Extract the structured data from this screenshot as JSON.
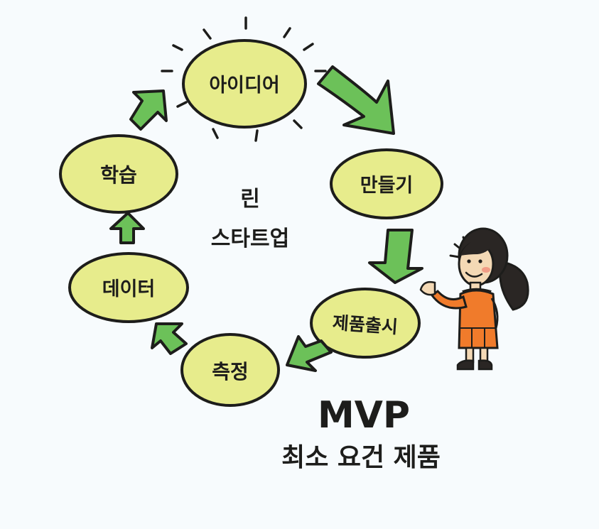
{
  "cycle": {
    "idea": "아이디어",
    "build": "만들기",
    "launch": "제품출시",
    "measure": "측정",
    "data": "데이터",
    "learn": "학습"
  },
  "center": {
    "line1": "린",
    "line2": "스타트업"
  },
  "mvp": {
    "title": "MVP",
    "subtitle": "최소 요건 제품"
  },
  "colors": {
    "background": "#f7fbfd",
    "bubble_fill": "#e7ec8c",
    "arrow_fill": "#6cc159",
    "outline": "#1d1d1b",
    "character_shirt": "#f07b2b",
    "character_hair": "#2a2624"
  }
}
